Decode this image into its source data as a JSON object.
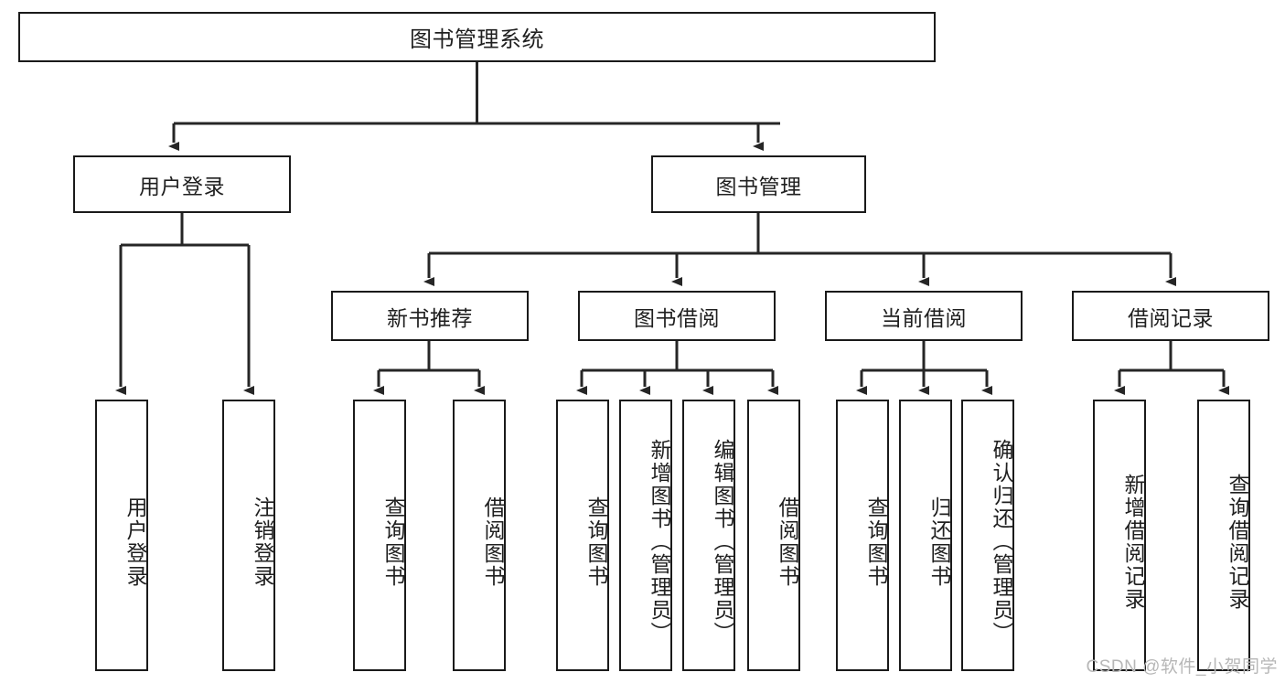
{
  "diagram": {
    "title": "图书管理系统",
    "type": "tree-hierarchy-chart",
    "orientation": "top-down",
    "colors": {
      "box_border": "#1a1a1a",
      "box_fill": "#ffffff",
      "connector": "#1a1a1a",
      "text": "#1f1f1f",
      "watermark": "#b7b7b7",
      "background": "#ffffff"
    },
    "nodes": {
      "root": {
        "label": "图书管理系统"
      },
      "level2": [
        {
          "id": "user-login",
          "label": "用户登录"
        },
        {
          "id": "book-manage",
          "label": "图书管理"
        }
      ],
      "level3": [
        {
          "id": "new-book-recommend",
          "label": "新书推荐"
        },
        {
          "id": "book-borrow",
          "label": "图书借阅"
        },
        {
          "id": "current-borrow",
          "label": "当前借阅"
        },
        {
          "id": "borrow-record",
          "label": "借阅记录"
        }
      ],
      "leaves": [
        {
          "id": "leaf-user-login",
          "label": "用户登录",
          "parent": "user-login"
        },
        {
          "id": "leaf-logout-login",
          "label": "注销登录",
          "parent": "user-login"
        },
        {
          "id": "leaf-query-book-1",
          "label": "查询图书",
          "parent": "new-book-recommend"
        },
        {
          "id": "leaf-borrow-book-1",
          "label": "借阅图书",
          "parent": "new-book-recommend"
        },
        {
          "id": "leaf-query-book-2",
          "label": "查询图书",
          "parent": "book-borrow"
        },
        {
          "id": "leaf-add-book",
          "label": "新增图书（管理员）",
          "parent": "book-borrow"
        },
        {
          "id": "leaf-edit-book",
          "label": "编辑图书（管理员）",
          "parent": "book-borrow"
        },
        {
          "id": "leaf-borrow-book-2",
          "label": "借阅图书",
          "parent": "book-borrow"
        },
        {
          "id": "leaf-query-book-3",
          "label": "查询图书",
          "parent": "current-borrow"
        },
        {
          "id": "leaf-return-book",
          "label": "归还图书",
          "parent": "current-borrow"
        },
        {
          "id": "leaf-confirm-return",
          "label": "确认归还（管理员）",
          "parent": "current-borrow"
        },
        {
          "id": "leaf-add-record",
          "label": "新增借阅记录",
          "parent": "borrow-record"
        },
        {
          "id": "leaf-query-record",
          "label": "查询借阅记录",
          "parent": "borrow-record"
        }
      ]
    }
  },
  "watermark": {
    "text": "CSDN @软件_小贺同学"
  }
}
